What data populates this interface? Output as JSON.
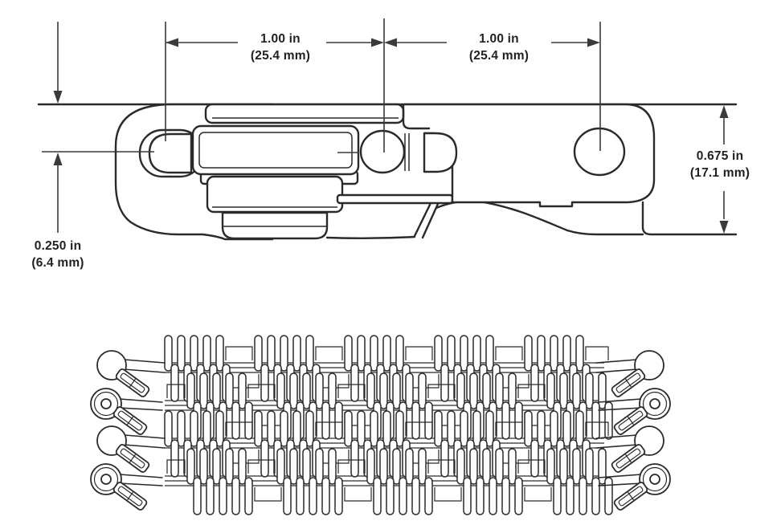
{
  "drawing": {
    "ink_color": "#231f20",
    "labels": {
      "width_left": {
        "primary": "1.00 in",
        "secondary": "(25.4 mm)"
      },
      "width_right": {
        "primary": "1.00 in",
        "secondary": "(25.4 mm)"
      },
      "height_right": {
        "primary": "0.675 in",
        "secondary": "(17.1 mm)"
      },
      "offset_left": {
        "primary": "0.250 in",
        "secondary": "(6.4 mm)"
      }
    }
  }
}
